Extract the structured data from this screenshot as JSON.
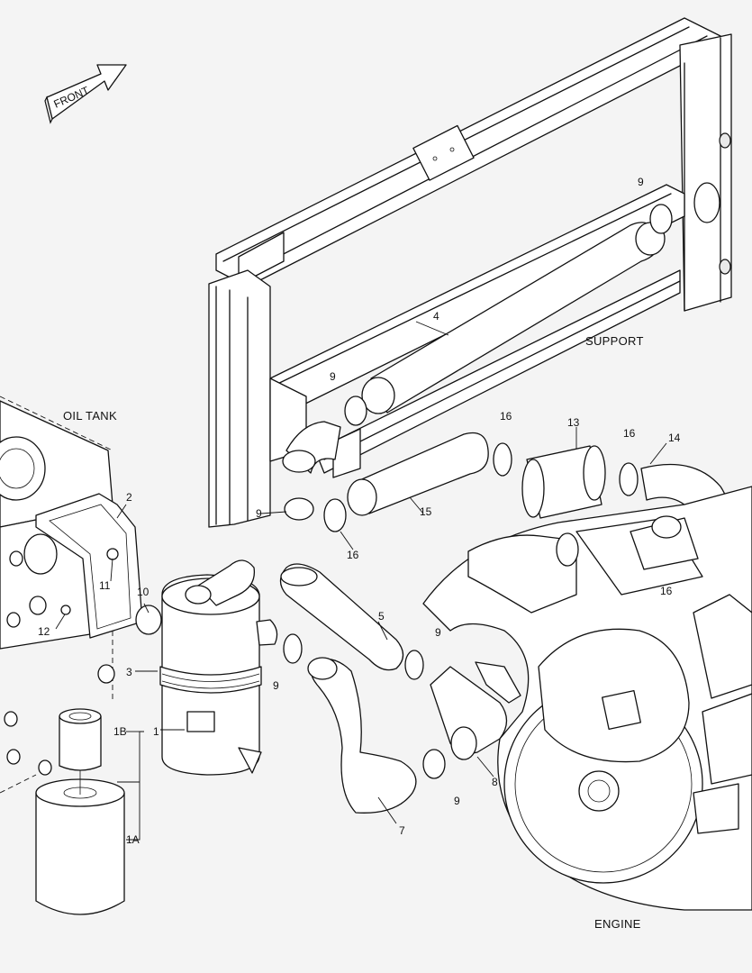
{
  "diagram": {
    "front_arrow": "FRONT",
    "areas": {
      "support": "SUPPORT",
      "oil_tank": "OIL TANK",
      "engine": "ENGINE"
    },
    "callouts": {
      "c1": "1",
      "c1a": "1A",
      "c1b": "1B",
      "c2": "2",
      "c3": "3",
      "c4": "4",
      "c5": "5",
      "c7": "7",
      "c8": "8",
      "c9": "9",
      "c10": "10",
      "c11": "11",
      "c12": "12",
      "c13": "13",
      "c14": "14",
      "c15": "15",
      "c16": "16"
    }
  }
}
